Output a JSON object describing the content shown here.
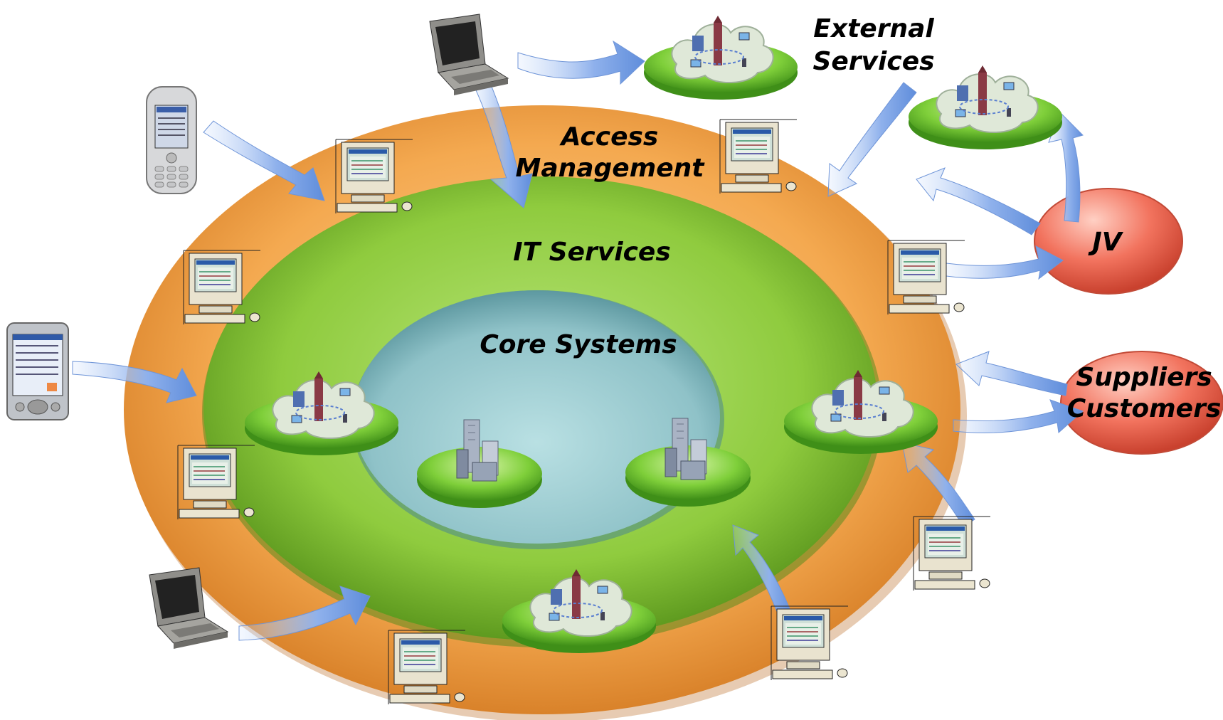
{
  "labels": {
    "external_line1": "External",
    "external_line2": "Services",
    "access_line1": "Access",
    "access_line2": "Management",
    "it_services": "IT Services",
    "core_systems": "Core Systems",
    "jv": "JV",
    "suppliers": "Suppliers",
    "customers": "Customers"
  },
  "colors": {
    "outer_ring": "#f2a54a",
    "middle_ring": "#8cc63f",
    "core": "#8fc4c9",
    "partner_oval": "#ef6a55",
    "arrow": "#7aa3e6"
  },
  "icons": [
    "network-platform-icon",
    "server-building-icon",
    "desktop-computer-icon",
    "laptop-icon",
    "mobile-phone-icon",
    "pda-icon"
  ]
}
